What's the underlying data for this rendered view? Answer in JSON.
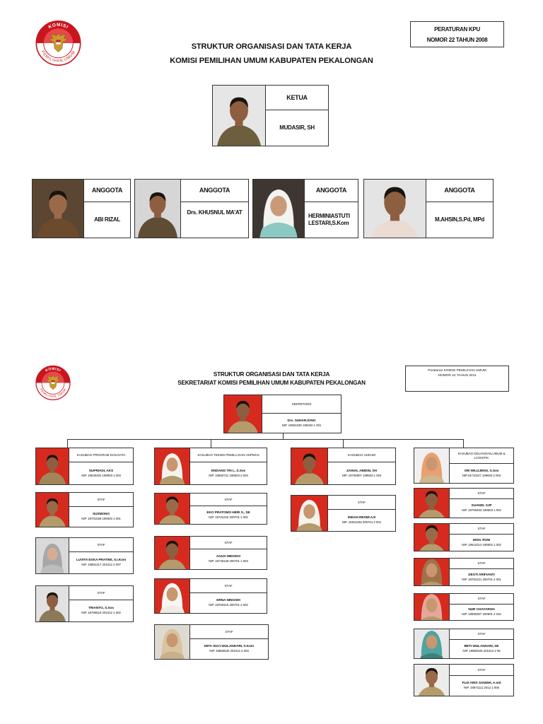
{
  "section1": {
    "logo": {
      "top_text": "KOMISI",
      "bottom_text": "PEMILIHAN UMUM"
    },
    "regulation": {
      "line1": "PERATURAN KPU",
      "line2": "NOMOR 22 TAHUN 2008"
    },
    "title": {
      "line1": "STRUKTUR ORGANISASI DAN TATA KERJA",
      "line2": "KOMISI PEMILIHAN UMUM KABUPATEN PEKALONGAN"
    },
    "ketua": {
      "role": "KETUA",
      "name": "MUDASIR, SH",
      "photo": {
        "background": "#e6e6e6",
        "skin": "#8d5f40",
        "clothing": "#6d5f3e",
        "hair": "#1a1410"
      }
    },
    "anggota": [
      {
        "role": "ANGGOTA",
        "name": "ABI RIZAL",
        "photo": {
          "background": "#5a4632",
          "skin": "#9a6a48",
          "clothing": "#6b4a2e",
          "hair": "#1a1410"
        }
      },
      {
        "role": "ANGGOTA",
        "name": "Drs. KHUSNUL MA'AT",
        "photo": {
          "background": "#d6d6d6",
          "skin": "#8d5f40",
          "clothing": "#5e4c34",
          "hair": "#1a1410"
        }
      },
      {
        "role": "ANGGOTA",
        "name": "HERMINIASTUTI LESTARI,S.Kom",
        "photo": {
          "background": "#3d3631",
          "skin": "#c89a7a",
          "clothing": "#8ec8c2",
          "hijab": "#f3f3f0"
        }
      },
      {
        "role": "ANGGOTA",
        "name": "M.AHSIN,S.Pd, MPd",
        "photo": {
          "background": "#e4e4e4",
          "skin": "#8d5f40",
          "clothing": "#eadbd3",
          "hair": "#1a1410"
        }
      }
    ]
  },
  "section2": {
    "logo": {
      "top_text": "KOMISI",
      "bottom_text": "PEMILIHAN UMUM"
    },
    "regulation": {
      "line1": "Peraturan KOMISI PEMILIHAN UMUM",
      "line2": "NOMOR 22 TAHUN 2011"
    },
    "title": {
      "line1": "STRUKTUR ORGANISASI DAN TATA KERJA",
      "line2": "SEKRETARIAT KOMISI PEMILIHAN UMUM KABUPATEN PEKALONGAN"
    },
    "sekretaris": {
      "role": "SEKRETARIS",
      "name": "Drs. SUHARJONO",
      "nip": "NIP. 19591030 199402 1 001",
      "photo": {
        "background": "#d62a1e",
        "skin": "#8d5f40",
        "clothing": "#b59b6b",
        "hair": "#1a1410"
      }
    },
    "columns": [
      {
        "head": {
          "role": "KASUBAG PROGRAM DAN DATA",
          "name": "SUPRIADI, AKS",
          "nip": "NIP. 19630402 198903 1 003",
          "photo": {
            "background": "#d62a1e",
            "skin": "#8d5f40",
            "clothing": "#a08659",
            "hair": "#1a1410"
          }
        },
        "staff": [
          {
            "role": "STAF",
            "name": "SUSMONO",
            "nip": "NIP. 19701028 199303 1 001",
            "photo": {
              "background": "#d62a1e",
              "skin": "#9a6a48",
              "clothing": "#b59b6b",
              "hair": "#1a1410"
            }
          },
          {
            "role": "STAF",
            "name": "LUVITA ESKA PRATIWI, S.I.Kom",
            "nip": "NIP. 19881217 201012 2 007",
            "photo": {
              "background": "#d9d9d9",
              "skin": "#d6ad90",
              "clothing": "#bdbdbd",
              "hijab": "#a7a7a7"
            }
          },
          {
            "role": "STAF",
            "name": "TRIANTO, S.Sos",
            "nip": "NIP. 19790519 201012 1 002",
            "photo": {
              "background": "#e2e2e2",
              "skin": "#8d5f40",
              "clothing": "#8a7a5a",
              "hair": "#1a1410"
            }
          }
        ]
      },
      {
        "head": {
          "role": "KASUBAG TEKNIS PEMILU DAN HUPMAS",
          "name": "ENDANG TRI L, S.Sos",
          "nip": "NIP. 19650721 198603 2 004",
          "photo": {
            "background": "#d62a1e",
            "skin": "#c8976f",
            "clothing": "#b59b6b",
            "hijab": "#f5f3ee"
          }
        },
        "staff": [
          {
            "role": "STAF",
            "name": "EKO PRATOMO HERI S., SE",
            "nip": "NIP. 19731215 200701 1 001",
            "photo": {
              "background": "#d62a1e",
              "skin": "#9a6a48",
              "clothing": "#b59b6b",
              "hair": "#1a1410"
            }
          },
          {
            "role": "STAF",
            "name": "AGUS WIDODO",
            "nip": "NIP. 19740129 200701 1 003",
            "photo": {
              "background": "#d62a1e",
              "skin": "#8d5f40",
              "clothing": "#b59b6b",
              "hair": "#1a1410"
            }
          },
          {
            "role": "STAF",
            "name": "ERNA NINGSIH",
            "nip": "NIP. 19760416 200701 2 002",
            "photo": {
              "background": "#d62a1e",
              "skin": "#c8976f",
              "clothing": "#f0ece4",
              "hijab": "#f7f6f2"
            }
          },
          {
            "role": "STAF",
            "name": "MITA SUCI WULANDARI, S.Kom",
            "nip": "NIP. 19850530 201012 2 003",
            "photo": {
              "background": "#dedad2",
              "skin": "#c8976f",
              "clothing": "#c9b08a",
              "hijab": "#d9c3a0"
            }
          }
        ]
      },
      {
        "head": {
          "role": "KASUBAG HUKUM",
          "name": "ZAINAL ABIDIN, SH",
          "nip": "NIP. 19700907 199503 1 004",
          "photo": {
            "background": "#d62a1e",
            "skin": "#8d5f40",
            "clothing": "#b59b6b",
            "hair": "#1a1410"
          }
        },
        "staff": [
          {
            "role": "STAF",
            "name": "INDAH RESMI AJI",
            "nip": "NIP. 19811026 200701 2 001",
            "photo": {
              "background": "#d62a1e",
              "skin": "#c8976f",
              "clothing": "#b59b6b",
              "hijab": "#f5f3ee"
            }
          }
        ]
      },
      {
        "head": {
          "role": "KASUBAG KEUANGAN,UMUM & LOGISTIK",
          "name": "SRI WILUJENG, S.Sos",
          "nip": "NIP.19710227 199603 2 004",
          "photo": {
            "background": "#f0f0f0",
            "skin": "#c8976f",
            "clothing": "#cfb68f",
            "hijab": "#e8a070"
          }
        },
        "staff": [
          {
            "role": "STAF",
            "name": "SUANDI, SJP",
            "nip": "NIP. 19750403 199503 1 002",
            "photo": {
              "background": "#d62a1e",
              "skin": "#8d5f40",
              "clothing": "#b59b6b",
              "hair": "#1a1410"
            }
          },
          {
            "role": "STAF",
            "name": "MOH. ROM",
            "nip": "NIP. 19610214 198502 1 002",
            "photo": {
              "background": "#d62a1e",
              "skin": "#9a6a48",
              "clothing": "#b59b6b",
              "hair": "#1a1410"
            }
          },
          {
            "role": "STAF",
            "name": "DESTI ARIFIANTI",
            "nip": "NIP. 19791221 200701 2 001",
            "photo": {
              "background": "#d62a1e",
              "skin": "#c8976f",
              "clothing": "#b59b6b",
              "hijab": "#a0724a"
            }
          },
          {
            "role": "STAF",
            "name": "NUR CHAYAROH",
            "nip": "NIP. 19690307 200801 2 016",
            "photo": {
              "background": "#d62a1e",
              "skin": "#c8976f",
              "clothing": "#b59b6b",
              "hijab": "#e6a79a"
            }
          },
          {
            "role": "STAF",
            "name": "BETI WULANSARI, SE",
            "nip": "NIP. 19850526 201012 2 05",
            "photo": {
              "background": "#e8e8e8",
              "skin": "#c8976f",
              "clothing": "#3e7f7c",
              "hijab": "#4fa3a0"
            }
          },
          {
            "role": "STAF",
            "name": "FUJI ARIS SANDHI, A.md",
            "nip": "NIP. 19871111 2012 1 006",
            "photo": {
              "background": "#ececec",
              "skin": "#9a6a48",
              "clothing": "#b59b6b",
              "hair": "#1a1410"
            }
          }
        ]
      }
    ]
  }
}
